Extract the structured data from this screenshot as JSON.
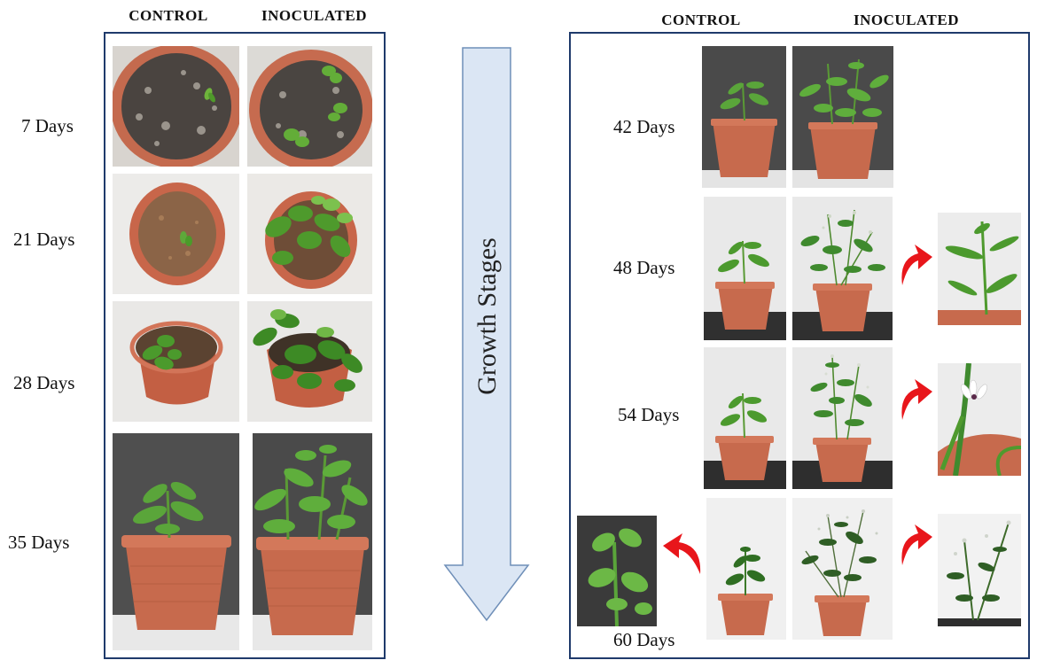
{
  "left_panel": {
    "headers": {
      "control": "CONTROL",
      "inoculated": "INOCULATED"
    },
    "stages": [
      {
        "label": "7 Days"
      },
      {
        "label": "21 Days"
      },
      {
        "label": "28 Days"
      },
      {
        "label": "35 Days"
      }
    ]
  },
  "center": {
    "arrow_label": "Growth Stages"
  },
  "right_panel": {
    "headers": {
      "control": "CONTROL",
      "inoculated": "INOCULATED"
    },
    "stages": [
      {
        "label": "42 Days"
      },
      {
        "label": "48 Days"
      },
      {
        "label": "54 Days"
      },
      {
        "label": "60 Days"
      }
    ]
  },
  "colors": {
    "panel_border": "#1f3a6b",
    "pot": "#c8674a",
    "leaf": "#3f8a2e",
    "callout_arrow": "#e8161b",
    "growth_arrow_fill": "#dbe6f4",
    "growth_arrow_stroke": "#6f8fb8"
  }
}
